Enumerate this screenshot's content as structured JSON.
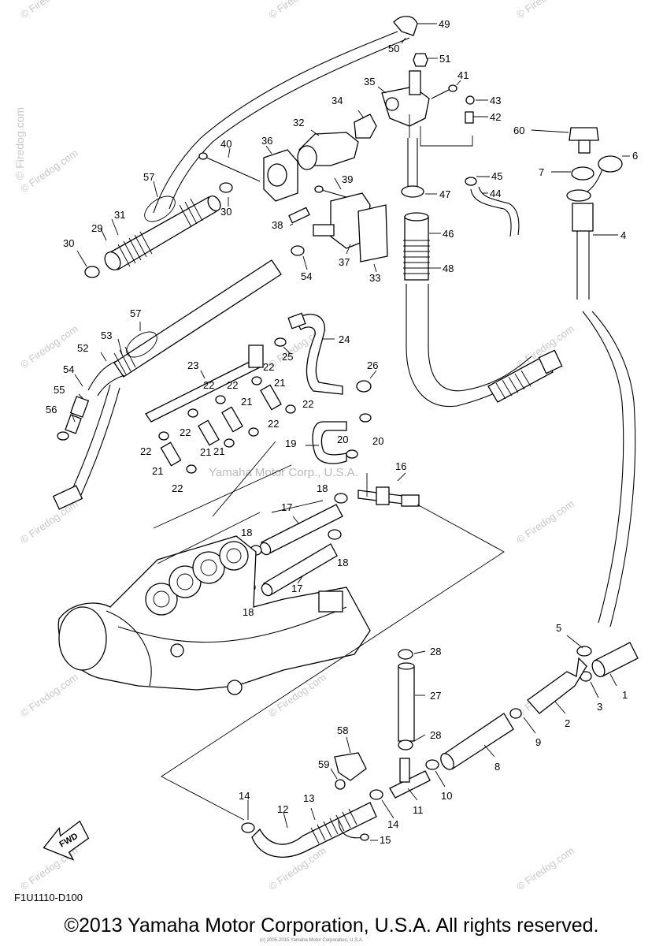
{
  "watermarks": {
    "site": "© Firedog.com",
    "center": "Yamaha Motor Corp., U.S.A."
  },
  "diagram": {
    "code": "F1U1110-D100",
    "fwd_label": "FWD",
    "callouts": [
      "49",
      "50",
      "51",
      "41",
      "35",
      "43",
      "42",
      "34",
      "32",
      "60",
      "6",
      "36",
      "40",
      "7",
      "45",
      "4",
      "39",
      "57",
      "44",
      "47",
      "30",
      "31",
      "29",
      "30",
      "38",
      "46",
      "37",
      "54",
      "33",
      "48",
      "57",
      "24",
      "53",
      "52",
      "25",
      "23",
      "22",
      "26",
      "22",
      "21",
      "22",
      "54",
      "55",
      "21",
      "22",
      "56",
      "22",
      "21",
      "20",
      "20",
      "19",
      "22",
      "21",
      "22",
      "21",
      "22",
      "16",
      "18",
      "17",
      "18",
      "18",
      "17",
      "18",
      "5",
      "28",
      "1",
      "27",
      "3",
      "2",
      "9",
      "58",
      "28",
      "8",
      "59",
      "10",
      "11",
      "14",
      "12",
      "13",
      "14",
      "15"
    ]
  },
  "footer": {
    "copyright": "©2013 Yamaha Motor Corporation, U.S.A. All rights reserved.",
    "tiny": "(c) 2005-2015 Yamaha Motor Corporation, U.S.A."
  }
}
